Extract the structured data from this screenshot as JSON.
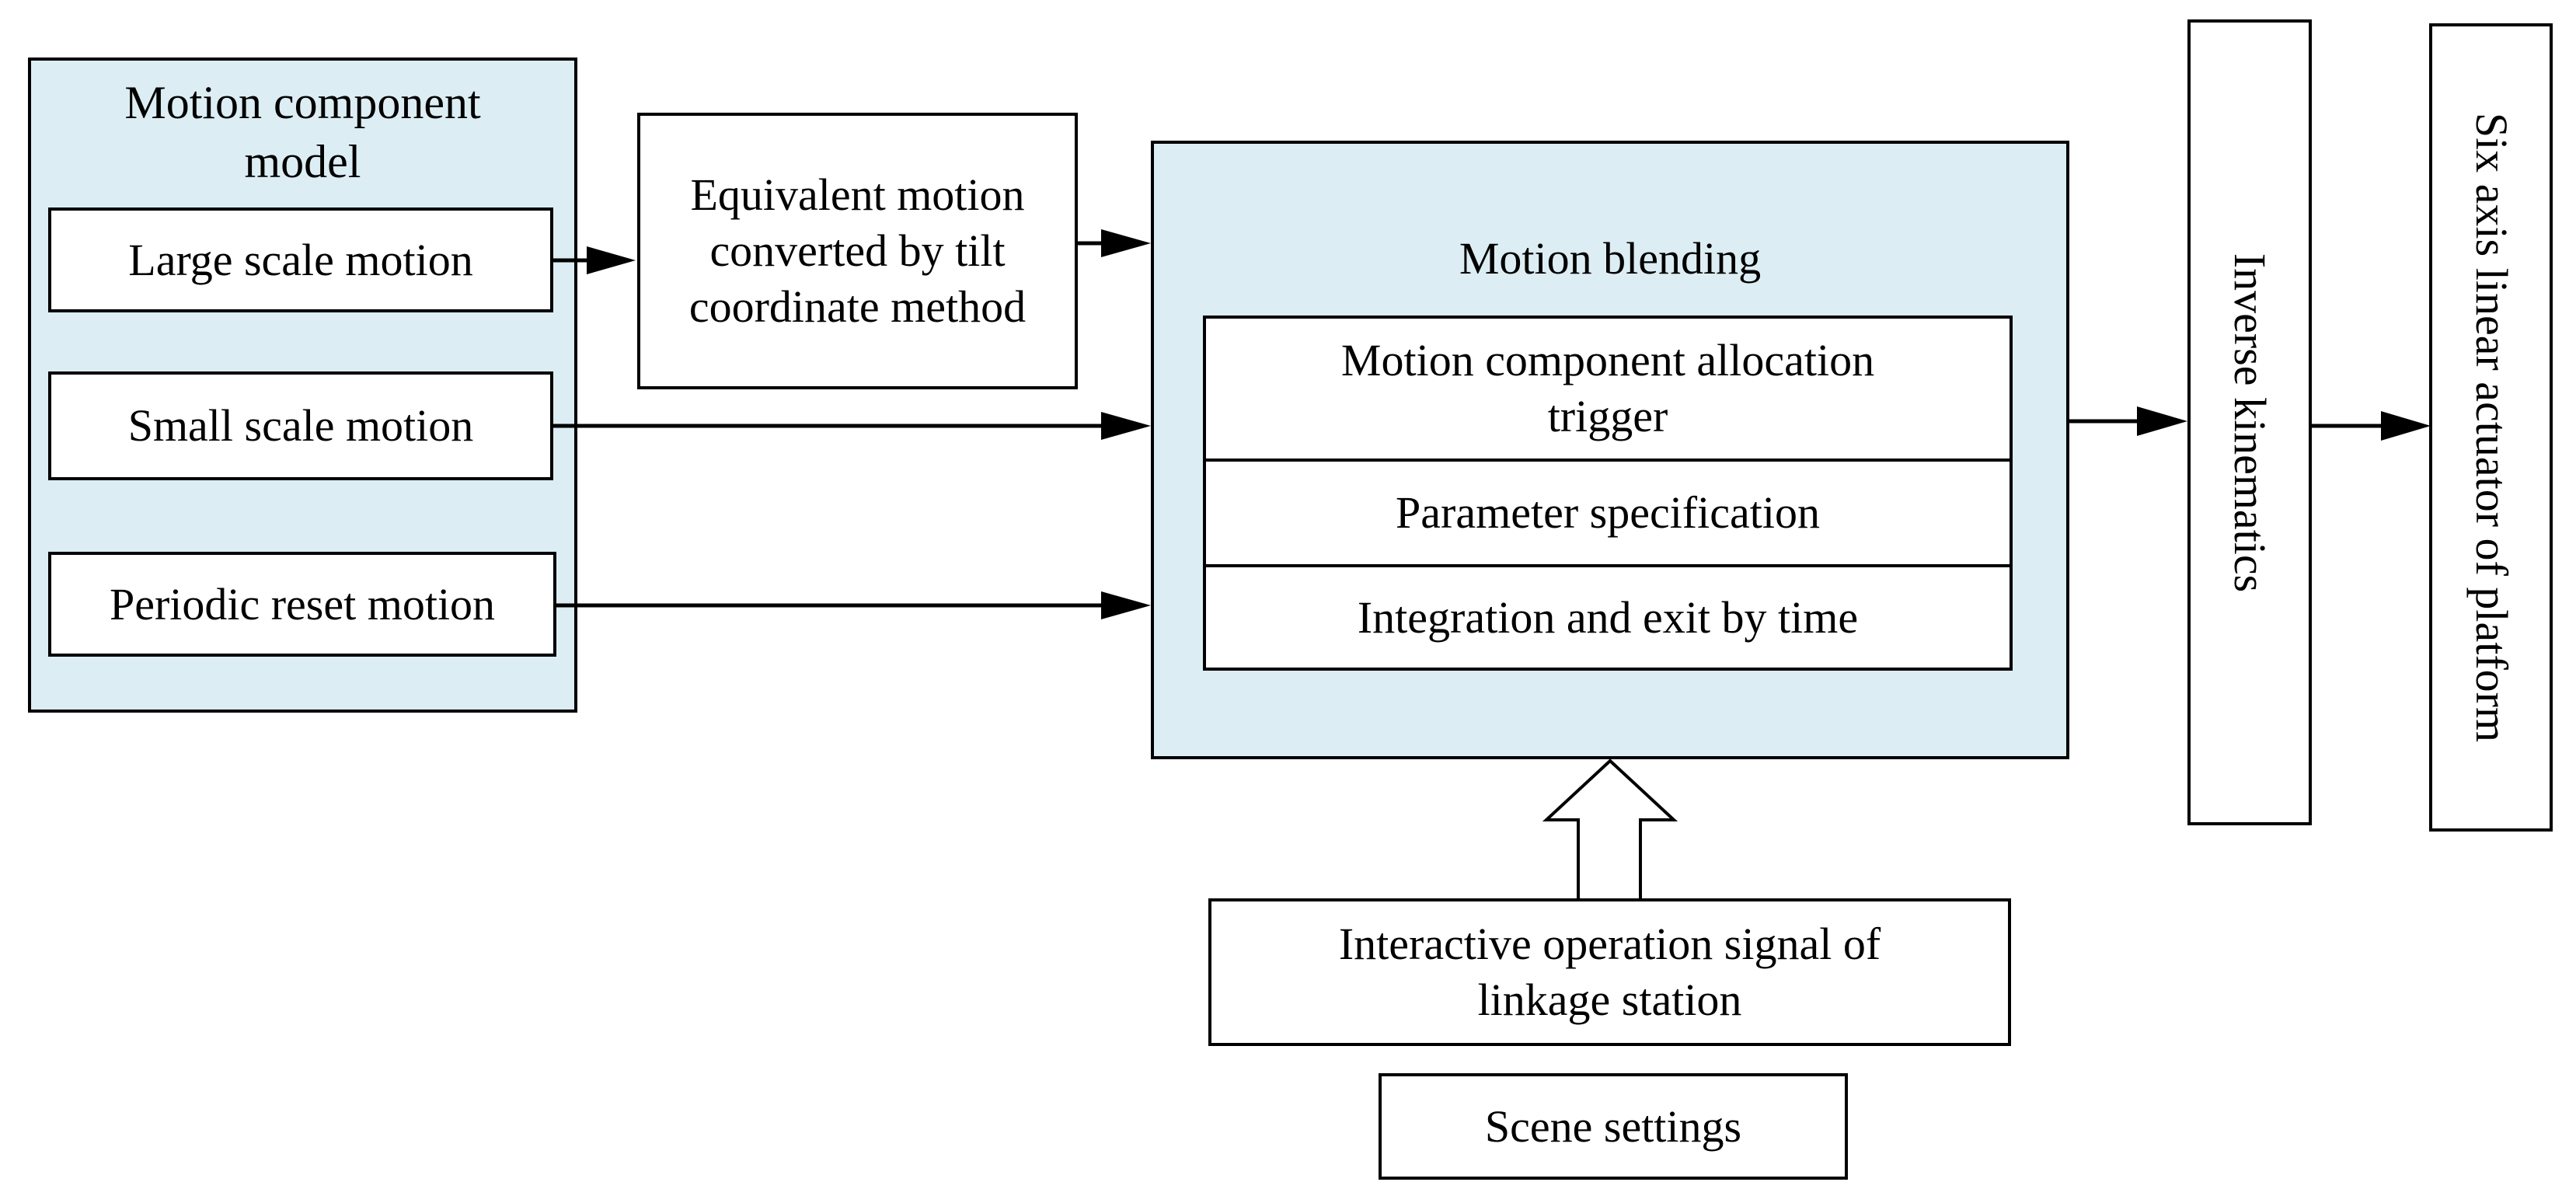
{
  "component_model": {
    "title": "Motion component model",
    "items": [
      "Large scale motion",
      "Small scale motion",
      "Periodic reset motion"
    ]
  },
  "tilt_box": {
    "lines": [
      "Equivalent motion",
      "converted by tilt",
      "coordinate method"
    ]
  },
  "blending": {
    "title": "Motion blending",
    "rows": [
      [
        "Motion component allocation",
        "trigger"
      ],
      [
        "Parameter specification"
      ],
      [
        "Integration and exit by time"
      ]
    ]
  },
  "inverse_kinematics": "Inverse kinematics",
  "actuator": "Six axis linear actuator of platform",
  "interactive_signal": {
    "lines": [
      "Interactive operation signal of",
      "linkage station"
    ]
  },
  "scene_settings": "Scene settings",
  "colors": {
    "shaded_fill": "#dcedf3",
    "stroke": "#000000"
  }
}
